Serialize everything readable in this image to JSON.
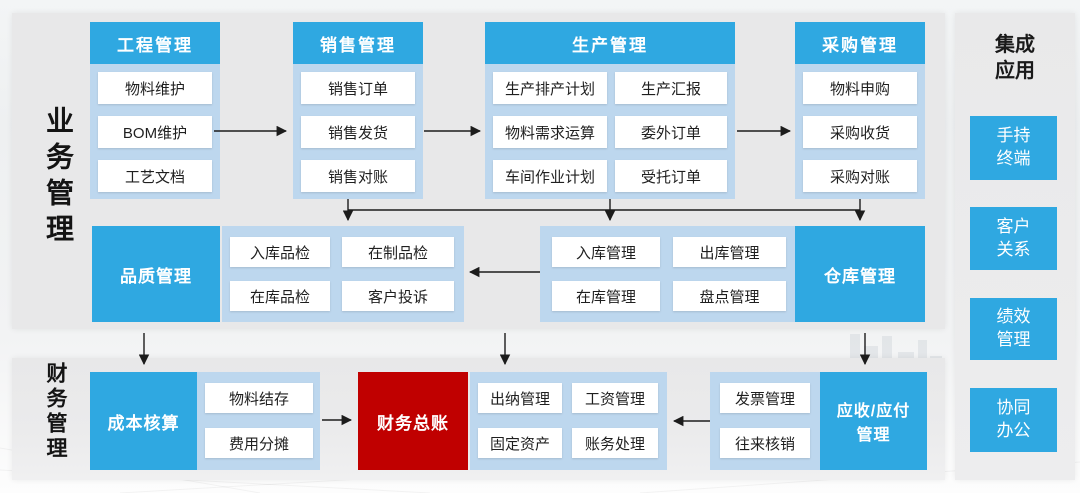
{
  "colors": {
    "blue": "#2fa8e1",
    "light_blue": "#bdd7ee",
    "red": "#c00000",
    "panel_gray": "#e8e8e9",
    "text_dark": "#1f1f1f"
  },
  "business": {
    "label": "业务管理",
    "eng": {
      "title": "工程管理",
      "items": [
        "物料维护",
        "BOM维护",
        "工艺文档"
      ]
    },
    "sales": {
      "title": "销售管理",
      "items": [
        "销售订单",
        "销售发货",
        "销售对账"
      ]
    },
    "prod": {
      "title": "生产管理",
      "left": [
        "生产排产计划",
        "物料需求运算",
        "车间作业计划"
      ],
      "right": [
        "生产汇报",
        "委外订单",
        "受托订单"
      ]
    },
    "proc": {
      "title": "采购管理",
      "items": [
        "物料申购",
        "采购收货",
        "采购对账"
      ]
    },
    "quality": {
      "title": "品质管理",
      "items": [
        "入库品检",
        "在制品检",
        "在库品检",
        "客户投诉"
      ]
    },
    "warehouse": {
      "title": "仓库管理",
      "items": [
        "入库管理",
        "出库管理",
        "在库管理",
        "盘点管理"
      ]
    }
  },
  "finance": {
    "label": "财务管理",
    "cost": {
      "title": "成本核算",
      "items": [
        "物料结存",
        "费用分摊"
      ]
    },
    "ledger": {
      "title": "财务总账"
    },
    "cashier": {
      "items": [
        "出纳管理",
        "工资管理",
        "固定资产",
        "账务处理"
      ]
    },
    "invoice": {
      "items": [
        "发票管理",
        "往来核销"
      ]
    },
    "arap": {
      "title": "应收/应付\n管理"
    }
  },
  "integration": {
    "label": "集成\n应用",
    "items": [
      "手持\n终端",
      "客户\n关系",
      "绩效\n管理",
      "协同\n办公"
    ]
  }
}
